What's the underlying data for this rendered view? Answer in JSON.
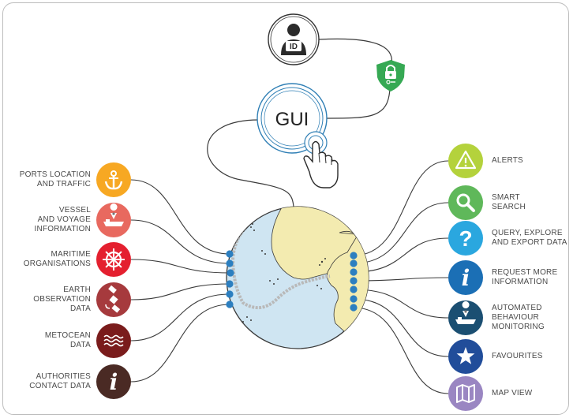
{
  "gui": {
    "label": "GUI"
  },
  "id_badge": {
    "label": "ID"
  },
  "left_items": [
    {
      "icon": "anchor-icon",
      "color": "#f7a823",
      "lines": [
        "PORTS LOCATION",
        "AND TRAFFIC"
      ]
    },
    {
      "icon": "vessel-icon",
      "color": "#e8695f",
      "lines": [
        "VESSEL",
        "AND VOYAGE",
        "INFORMATION"
      ]
    },
    {
      "icon": "ship-wheel-icon",
      "color": "#e4202f",
      "lines": [
        "MARITIME",
        "ORGANISATIONS"
      ]
    },
    {
      "icon": "satellite-icon",
      "color": "#a63a3d",
      "lines": [
        "EARTH",
        "OBSERVATION",
        "DATA"
      ]
    },
    {
      "icon": "waves-icon",
      "color": "#7a1c1c",
      "lines": [
        "METOCEAN",
        "DATA"
      ]
    },
    {
      "icon": "info-icon",
      "color": "#4a2a24",
      "lines": [
        "AUTHORITIES",
        "CONTACT DATA"
      ]
    }
  ],
  "right_items": [
    {
      "icon": "warning-icon",
      "color": "#b4d23c",
      "lines": [
        "ALERTS"
      ]
    },
    {
      "icon": "search-icon",
      "color": "#5fb85a",
      "lines": [
        "SMART",
        "SEARCH"
      ]
    },
    {
      "icon": "question-icon",
      "color": "#2aa7df",
      "lines": [
        "QUERY, EXPLORE",
        "AND EXPORT DATA"
      ]
    },
    {
      "icon": "info-icon",
      "color": "#1b6fb5",
      "lines": [
        "REQUEST MORE",
        "INFORMATION"
      ]
    },
    {
      "icon": "vessel-icon",
      "color": "#1b4f72",
      "lines": [
        "AUTOMATED",
        "BEHAVIOUR",
        "MONITORING"
      ]
    },
    {
      "icon": "star-icon",
      "color": "#214d9a",
      "lines": [
        "FAVOURITES"
      ]
    },
    {
      "icon": "map-icon",
      "color": "#9a86c2",
      "lines": [
        "MAP VIEW"
      ]
    }
  ]
}
